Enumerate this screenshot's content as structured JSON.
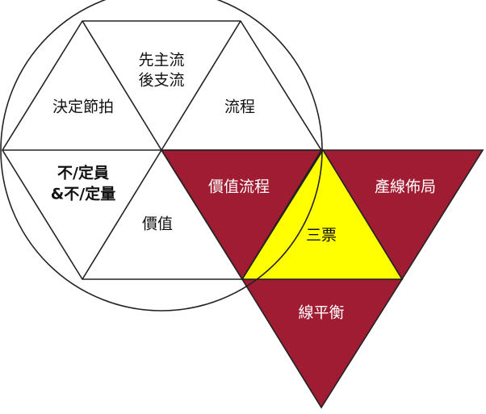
{
  "colors": {
    "background": "#ffffff",
    "line": "#222222",
    "hexagon_fill": "#ffffff",
    "dark_red": "#a01c32",
    "yellow": "#ffff00",
    "light_text": "#ffffff",
    "dark_text": "#111111"
  },
  "hexagon": {
    "labels": {
      "top": [
        "先主流",
        "後支流"
      ],
      "upper_right": [
        "流程"
      ],
      "lower_right": [
        "價值"
      ],
      "lower_left": [
        "不/定員",
        "&不/定量"
      ],
      "upper_left": [
        "決定節拍"
      ]
    }
  },
  "triangle": {
    "labels": {
      "value_stream": [
        "價值流程"
      ],
      "layout": [
        "產線佈局"
      ],
      "center": [
        "三票"
      ],
      "balance": [
        "線平衡"
      ]
    }
  }
}
